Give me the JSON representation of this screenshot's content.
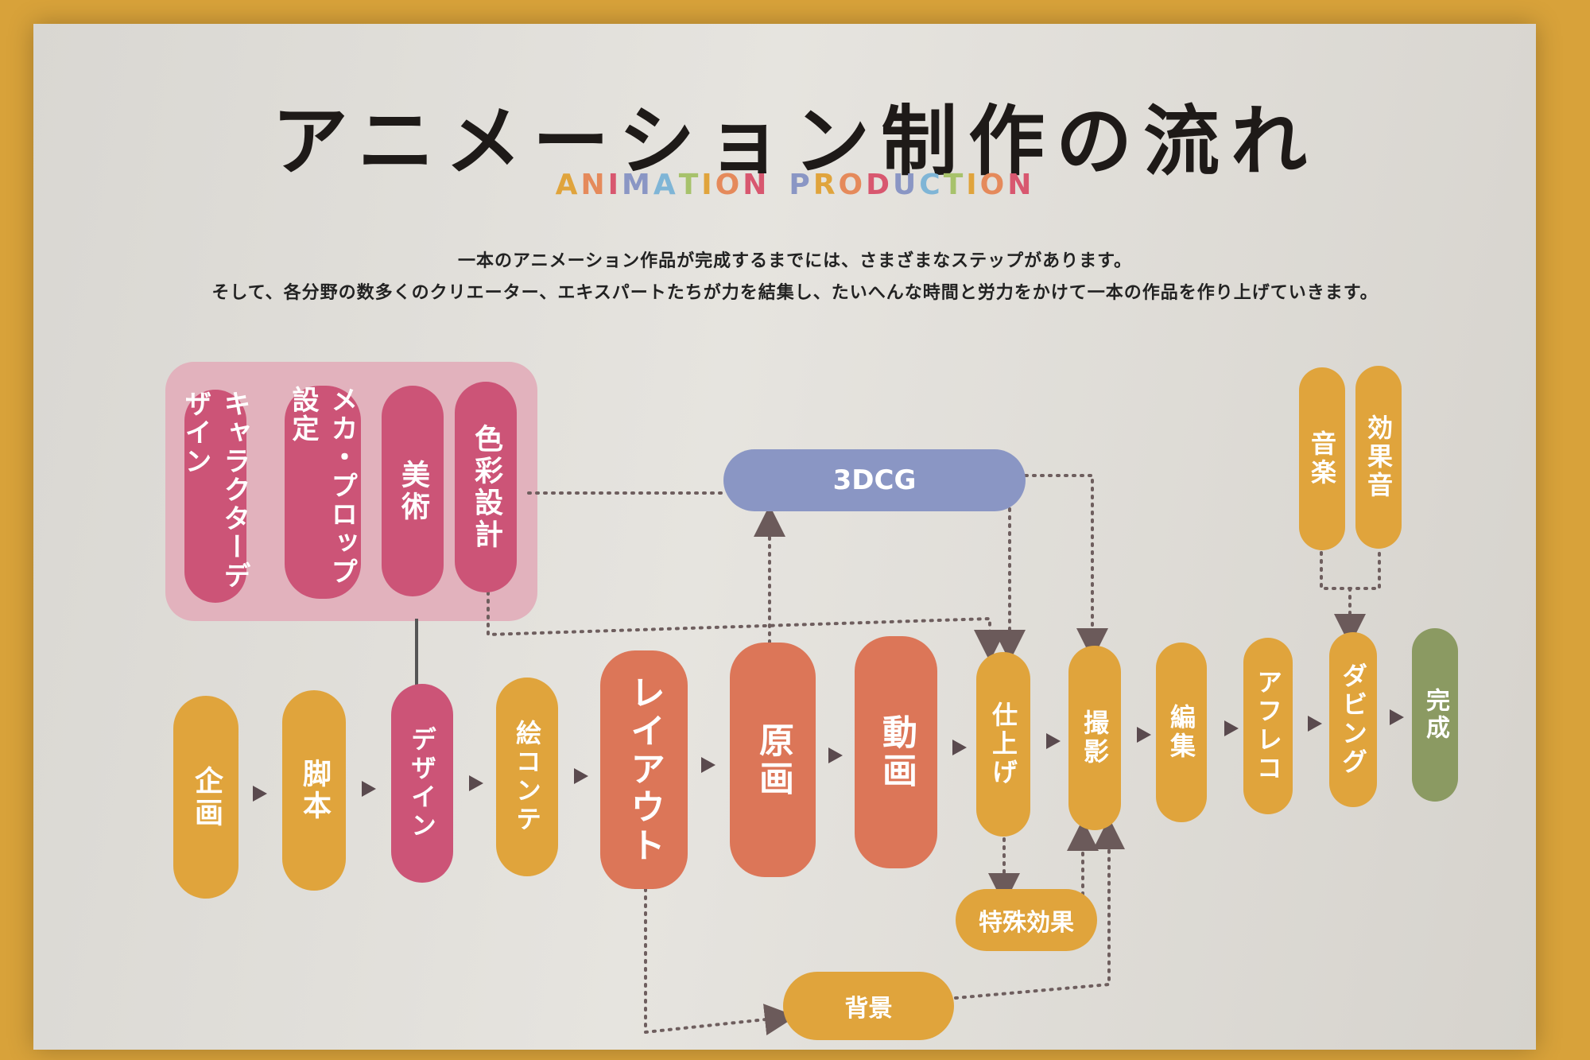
{
  "title": "アニメーション制作の流れ",
  "subtitle": "ANIMATION PRODUCTION",
  "subtitle_colors": [
    "#e0a43c",
    "#e58a5b",
    "#d8576f",
    "#8a96c4",
    "#7fb5d6",
    "#a7c26b",
    "#e0a43c",
    "#e58a5b",
    "#d8576f",
    "#8a96c4"
  ],
  "intro": {
    "line1": "一本のアニメーション作品が完成するまでには、さまざまなステップがあります。",
    "line2": "そして、各分野の数多くのクリエーター、エキスパートたちが力を結集し、たいへんな時間と労力をかけて一本の作品を作り上げていきます。"
  },
  "steps": {
    "kikaku": "企画",
    "kyakuhon": "脚本",
    "design": "デザイン",
    "ekonte": "絵コンテ",
    "layout": "レイアウト",
    "genga": "原画",
    "douga": "動画",
    "shiage": "仕上げ",
    "satsuei": "撮影",
    "henshu": "編集",
    "afureko": "アフレコ",
    "dubbing": "ダビング",
    "kansei": "完成"
  },
  "design_group": {
    "character": "キャラクターデザイン",
    "mecha": "メカ・プロップ設定",
    "bijutsu": "美術",
    "shikisai": "色彩設計"
  },
  "side": {
    "cg": "3DCG",
    "tokushu": "特殊効果",
    "haikei": "背景",
    "ongaku": "音楽",
    "koukaon": "効果音"
  }
}
